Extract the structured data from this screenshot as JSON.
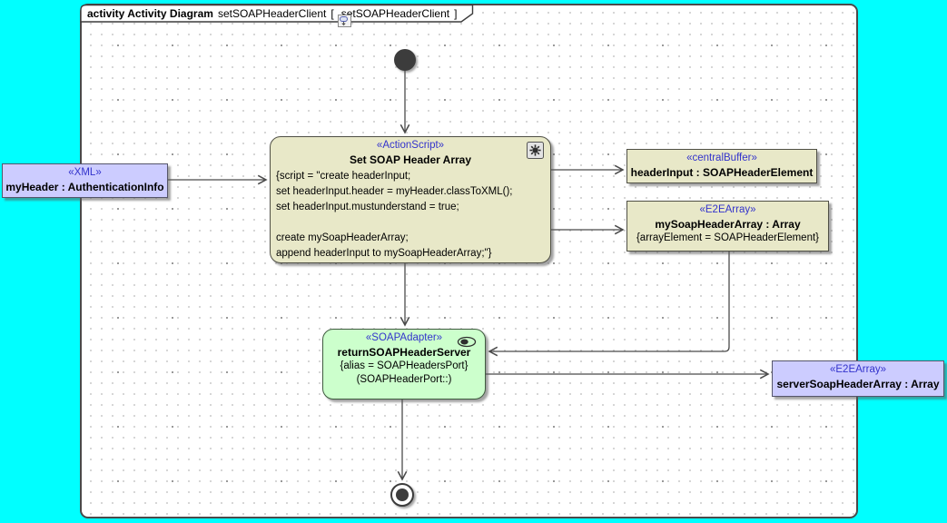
{
  "frame_title": {
    "kind": "activity Activity Diagram",
    "diagram_name": "setSOAPHeaderClient",
    "open_bracket": "[",
    "ref_name": "setSOAPHeaderClient",
    "close_bracket": "]"
  },
  "nodes": {
    "xml_object": {
      "stereotype": "«XML»",
      "name": "myHeader : AuthenticationInfo"
    },
    "action_script": {
      "stereotype": "«ActionScript»",
      "name": "Set SOAP Header Array",
      "marker_icon": "gear-icon",
      "script_lines": [
        "{script = \"create headerInput;",
        "set headerInput.header = myHeader.classToXML();",
        "set headerInput.mustunderstand = true;",
        "",
        "create mySoapHeaderArray;",
        "append headerInput to mySoapHeaderArray;\"}"
      ]
    },
    "central_buffer": {
      "stereotype": "«centralBuffer»",
      "name": "headerInput : SOAPHeaderElement"
    },
    "e2e_array_my": {
      "stereotype": "«E2EArray»",
      "name": "mySoapHeaderArray : Array",
      "constraint": "{arrayElement = SOAPHeaderElement}"
    },
    "soap_adapter": {
      "stereotype": "«SOAPAdapter»",
      "name": "returnSOAPHeaderServer",
      "alias": "{alias = SOAPHeadersPort}",
      "port": "(SOAPHeaderPort::)",
      "marker_icon": "oval-icon"
    },
    "e2e_array_server": {
      "stereotype": "«E2EArray»",
      "name": "serverSoapHeaderArray : Array"
    }
  },
  "control_nodes": {
    "initial": "initial-node",
    "final": "activity-final-node"
  },
  "edges": [
    {
      "from": "initial-node",
      "to": "set-soap-header-array"
    },
    {
      "from": "myHeader-object",
      "to": "set-soap-header-array"
    },
    {
      "from": "set-soap-header-array",
      "to": "headerInput-buffer"
    },
    {
      "from": "set-soap-header-array",
      "to": "mySoapHeaderArray"
    },
    {
      "from": "set-soap-header-array",
      "to": "returnSOAPHeaderServer"
    },
    {
      "from": "mySoapHeaderArray",
      "to": "returnSOAPHeaderServer"
    },
    {
      "from": "returnSOAPHeaderServer",
      "to": "serverSoapHeaderArray"
    },
    {
      "from": "returnSOAPHeaderServer",
      "to": "activity-final-node"
    }
  ],
  "colors": {
    "canvas_background": "#00ffff",
    "frame_background": "#ffffff",
    "action_fill": "#e8e8c8",
    "adapter_fill": "#ccffcc",
    "object_fill": "#ccccff",
    "stereotype_text": "#3333cc",
    "edge_line": "#4a4a4a"
  }
}
